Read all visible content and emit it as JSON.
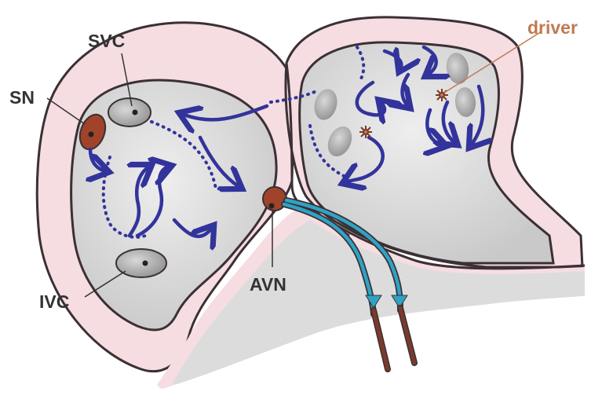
{
  "labels": {
    "svc": "SVC",
    "sn": "SN",
    "ivc": "IVC",
    "avn": "AVN",
    "driver": "driver"
  },
  "colors": {
    "outer_wall": "#f5dde1",
    "outline": "#3b3035",
    "chamber": "#d3d3d3",
    "arrow": "#33339c",
    "node": "#a0432a",
    "conduction": "#2fa3c4",
    "bundle": "#7b3a2a",
    "label_text": "#333333",
    "driver_text": "#c07a52",
    "vein_fill": "#a9a9a9"
  },
  "icons": {
    "driver_marker": "star-burst-icon",
    "flow_arrow": "curved-arrow-icon"
  }
}
